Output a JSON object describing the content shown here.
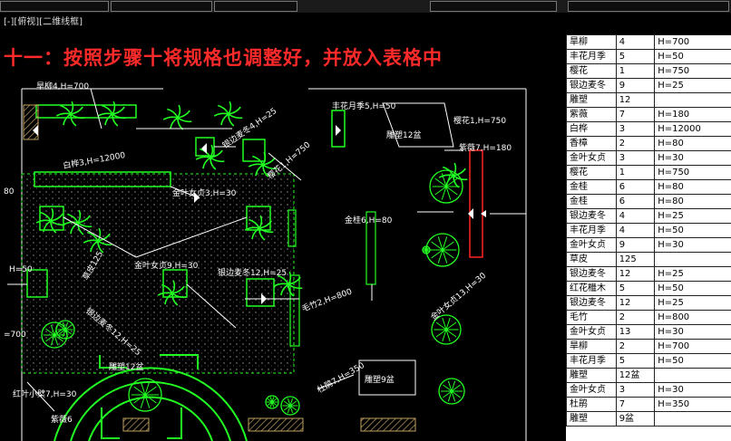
{
  "viewport": {
    "label": "[-][俯视][二维线框]"
  },
  "instruction": "十一：按照步骤十将规格也调整好，并放入表格中",
  "drawing_labels": {
    "l01": "旱柳4,H=700",
    "l02": "丰花月季5,H=50",
    "l03": "樱花1,H=750",
    "l04": "白桦3,H=12000",
    "l05": "金叶女贞3,H=30",
    "l06": "樱花1,H=750",
    "l07": "紫薇7,H=180",
    "l08": "金桂6,H=80",
    "l09": "金叶女贞9,H=30",
    "l10": "银边麦冬12,H=25",
    "l11": "毛竹2,H=800",
    "l12": "金叶女贞13,H=30",
    "l13": "银边麦冬4,H=25",
    "l14": "H=50",
    "l15": "草皮125",
    "l16": "银边麦冬12,H=25",
    "l17": "红叶小檗7,H=30",
    "l18": "杜鹃7,H=350",
    "l19": "雕塑9盆",
    "l20": "雕塑12盆",
    "l21": "雕塑12盆",
    "l22": "=700",
    "l23": "紫薇6",
    "l24": "80"
  },
  "legend": {
    "rows": [
      [
        "旱柳",
        "4",
        "H=700"
      ],
      [
        "丰花月季",
        "5",
        "H=50"
      ],
      [
        "樱花",
        "1",
        "H=750"
      ],
      [
        "银边麦冬",
        "9",
        "H=25"
      ],
      [
        "雕塑",
        "12",
        ""
      ],
      [
        "紫薇",
        "7",
        "H=180"
      ],
      [
        "白桦",
        "3",
        "H=12000"
      ],
      [
        "香樟",
        "2",
        "H=80"
      ],
      [
        "金叶女贞",
        "3",
        "H=30"
      ],
      [
        "樱花",
        "1",
        "H=750"
      ],
      [
        "金桂",
        "6",
        "H=80"
      ],
      [
        "金桂",
        "6",
        "H=80"
      ],
      [
        "银边麦冬",
        "4",
        "H=25"
      ],
      [
        "丰花月季",
        "4",
        "H=50"
      ],
      [
        "金叶女贞",
        "9",
        "H=30"
      ],
      [
        "草皮",
        "125",
        ""
      ],
      [
        "银边麦冬",
        "12",
        "H=25"
      ],
      [
        "红花檵木",
        "5",
        "H=50"
      ],
      [
        "银边麦冬",
        "12",
        "H=25"
      ],
      [
        "毛竹",
        "2",
        "H=800"
      ],
      [
        "金叶女贞",
        "13",
        "H=30"
      ],
      [
        "旱柳",
        "2",
        "H=700"
      ],
      [
        "丰花月季",
        "5",
        "H=50"
      ],
      [
        "雕塑",
        "12盆",
        ""
      ],
      [
        "金叶女贞",
        "3",
        "H=30"
      ],
      [
        "杜鹃",
        "7",
        "H=350"
      ],
      [
        "雕塑",
        "9盆",
        ""
      ]
    ]
  },
  "colors": {
    "cad_green": "#22ff22",
    "cad_white": "#ffffff",
    "cad_red": "#ff2222",
    "hatch": "#c0a060",
    "instruction": "#ff2a2a"
  }
}
